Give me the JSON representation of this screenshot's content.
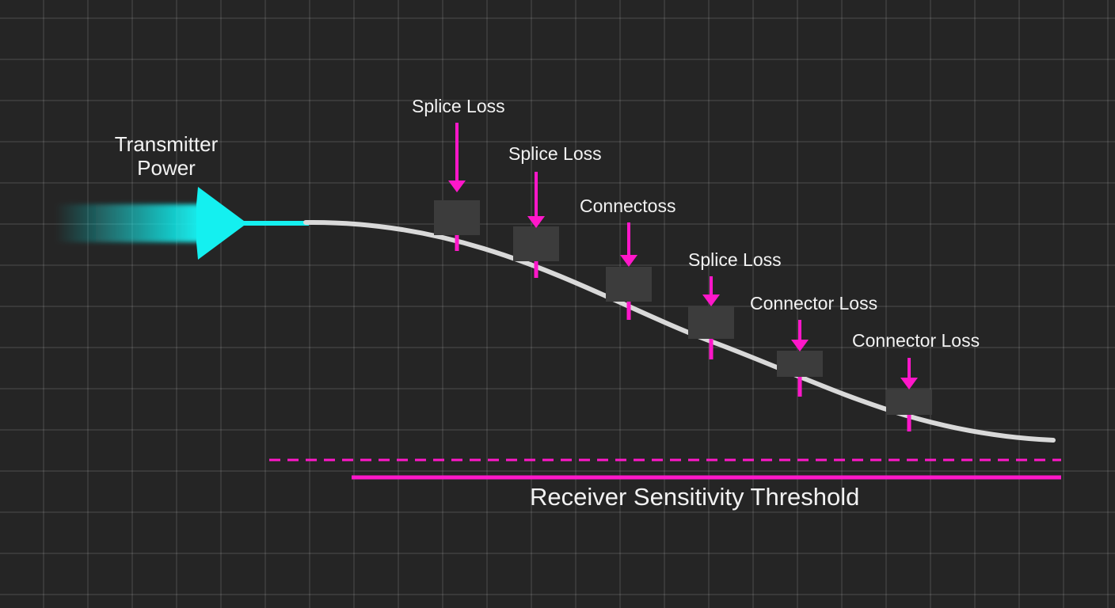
{
  "colors": {
    "background": "#252525",
    "power_arrow": "#14f0f0",
    "fiber_curve": "#d9d9d9",
    "loss_marker": "#ff17c9",
    "loss_box": "#3c3c3c",
    "threshold": "#ff17c9",
    "text": "#f2f2f2"
  },
  "transmitter": {
    "line1": "Transmitter",
    "line2": "Power",
    "icon": "right-arrow-icon"
  },
  "loss_events": [
    {
      "label": "Splice Loss"
    },
    {
      "label": "Splice Loss"
    },
    {
      "label": "Connectoss"
    },
    {
      "label": "Splice Loss"
    },
    {
      "label": "Connector Loss"
    },
    {
      "label": "Connector Loss"
    }
  ],
  "threshold": {
    "label": "Receiver Sensitivity Threshold"
  }
}
